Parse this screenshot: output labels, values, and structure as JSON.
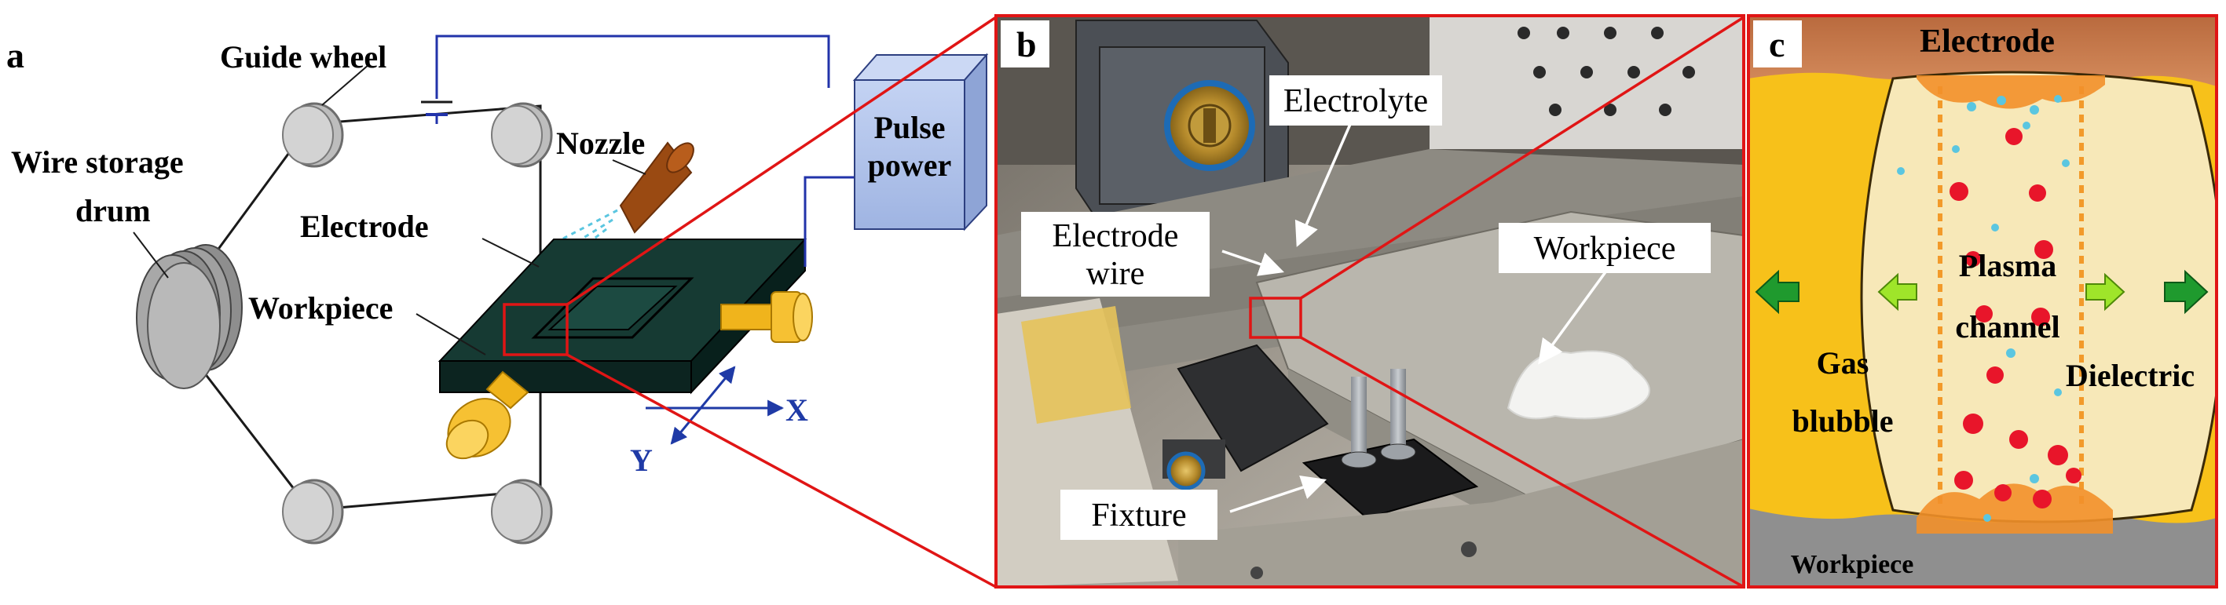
{
  "panels": {
    "a": {
      "letter": "a",
      "labels": {
        "guide_wheel": "Guide wheel",
        "wire_storage_line1": "Wire storage",
        "wire_storage_line2": "drum",
        "nozzle": "Nozzle",
        "electrode": "Electrode",
        "workpiece": "Workpiece",
        "pulse_line1": "Pulse",
        "pulse_line2": "power",
        "axis_x": "X",
        "axis_y": "Y"
      }
    },
    "b": {
      "letter": "b",
      "labels": {
        "electrolyte": "Electrolyte",
        "electrode_wire_line1": "Electrode",
        "electrode_wire_line2": "wire",
        "workpiece": "Workpiece",
        "fixture": "Fixture"
      }
    },
    "c": {
      "letter": "c",
      "labels": {
        "electrode": "Electrode",
        "plasma_line1": "Plasma",
        "plasma_line2": "channel",
        "gas_line1": "Gas",
        "gas_line2": "blubble",
        "dielectric": "Dielectric",
        "workpiece": "Workpiece"
      }
    }
  },
  "colors": {
    "highlight_red": "#e01515",
    "circuit_blue": "#2233aa",
    "pulse_box": "#a9bde8",
    "workpiece_dark": "#0f2b26",
    "clamp_yellow": "#f0b41c",
    "nozzle_brown": "#9a4a12",
    "electrode_copper": "#c97a4c",
    "dielectric_yellow": "#f7c11a",
    "plasma_cream": "#f7e8b8",
    "arrow_green_dark": "#1f9a2e",
    "arrow_green_light": "#9fe52a"
  }
}
